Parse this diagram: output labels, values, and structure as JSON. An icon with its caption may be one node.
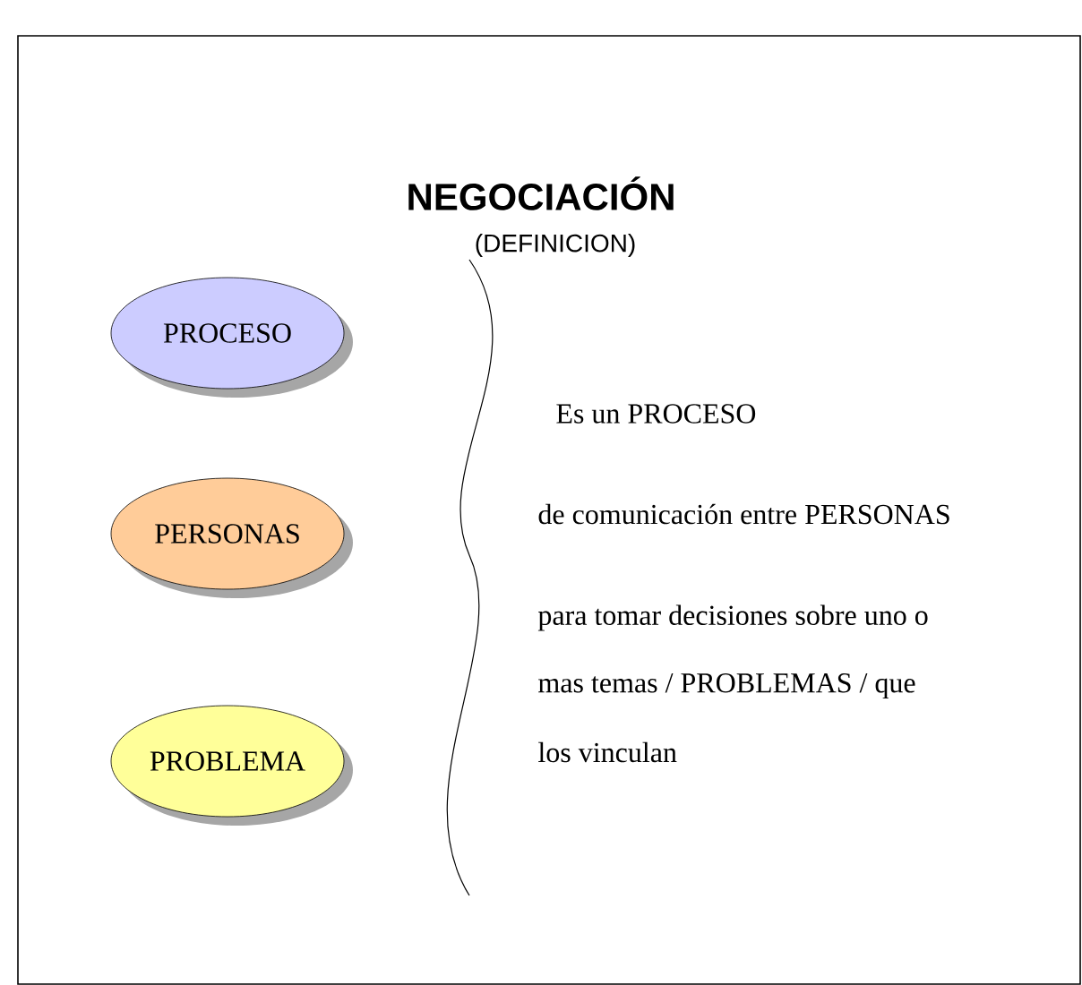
{
  "diagram": {
    "title": "NEGOCIACIÓN",
    "nodes": [
      {
        "text": [
          "PROCESO"
        ]
      },
      {
        "text": [
          "PERSONAS"
        ]
      },
      {
        "text": [
          "PROBLEMA"
        ]
      }
    ],
    "edges": [],
    "labels": [
      "(DEFINICION)",
      "Es un PROCESO",
      "de comunicación entre PERSONAS",
      "para tomar decisiones sobre uno o",
      "mas temas / PROBLEMAS / que",
      "los vinculan"
    ]
  }
}
